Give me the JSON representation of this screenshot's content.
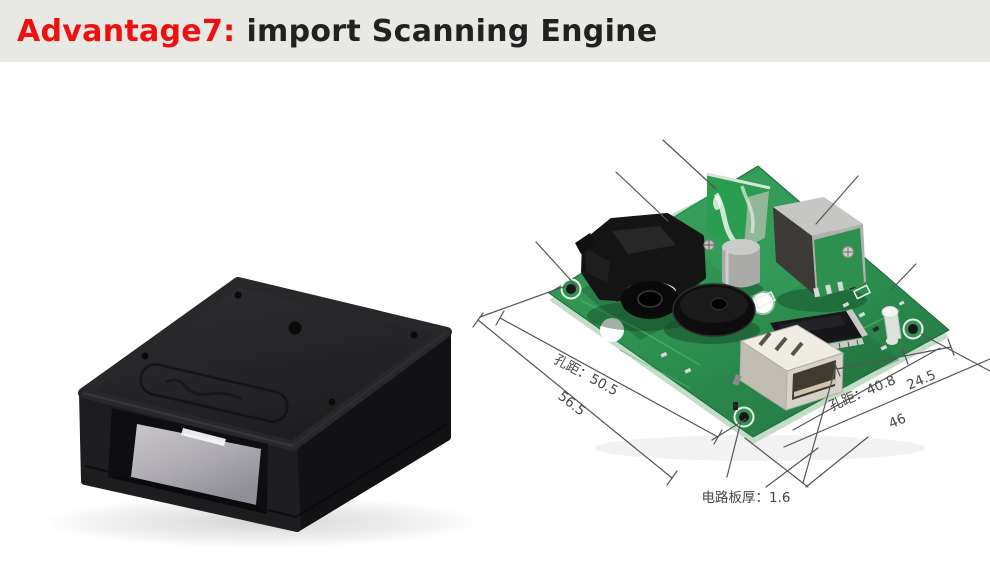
{
  "header": {
    "title_accent": "Advantage7:",
    "title_rest": "import Scanning Engine"
  },
  "annotations": {
    "dim_left_hole_distance": "孔距：50.5",
    "dim_left_edge": "56.5",
    "dim_right_hole_distance": "孔距：40.8",
    "dim_right_small": "24.5",
    "dim_right_edge": "46",
    "board_thickness": "电路板厚：1.6"
  },
  "colors": {
    "accent_red": "#ee1010",
    "header_background": "#e8e8e4",
    "pcb_green": "#2f9554",
    "annotation_line_gray": "#555555"
  }
}
